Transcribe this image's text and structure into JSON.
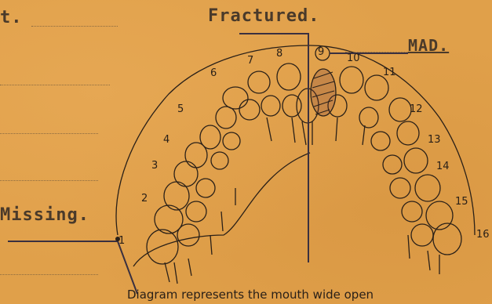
{
  "labels": {
    "top_left": "t.",
    "fractured": "Fractured.",
    "initials": "MAD.",
    "missing": "Missing."
  },
  "tooth_numbers": [
    "1",
    "2",
    "3",
    "4",
    "5",
    "6",
    "7",
    "8",
    "9",
    "10",
    "11",
    "12",
    "13",
    "14",
    "15",
    "16"
  ],
  "caption": "Diagram represents the mouth wide open",
  "colors": {
    "paper": "#e0a04a",
    "ink": "#2a2018",
    "typed_ink": "#4a3a2a",
    "line_ink": "#3a3040"
  }
}
